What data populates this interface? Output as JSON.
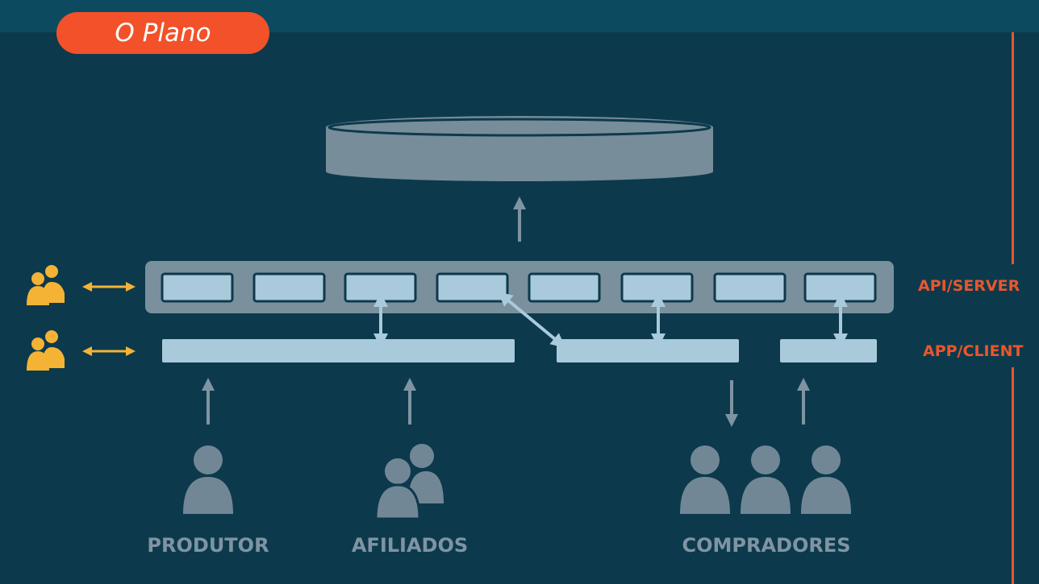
{
  "header": {
    "title": "O Plano"
  },
  "layers": {
    "server": "API/SERVER",
    "client": "APP/CLIENT"
  },
  "actors": {
    "produtor": "PRODUTOR",
    "afiliados": "AFILIADOS",
    "compradores": "COMPRADORES"
  },
  "colors": {
    "background": "#0c3a4c",
    "header_bar": "#0c4a5f",
    "accent": "#f2512a",
    "box_light": "#a9cadb",
    "server_bar": "#7a909d",
    "database": "#778d99",
    "user_icon": "#f5b335",
    "actor_icon": "#728796"
  }
}
